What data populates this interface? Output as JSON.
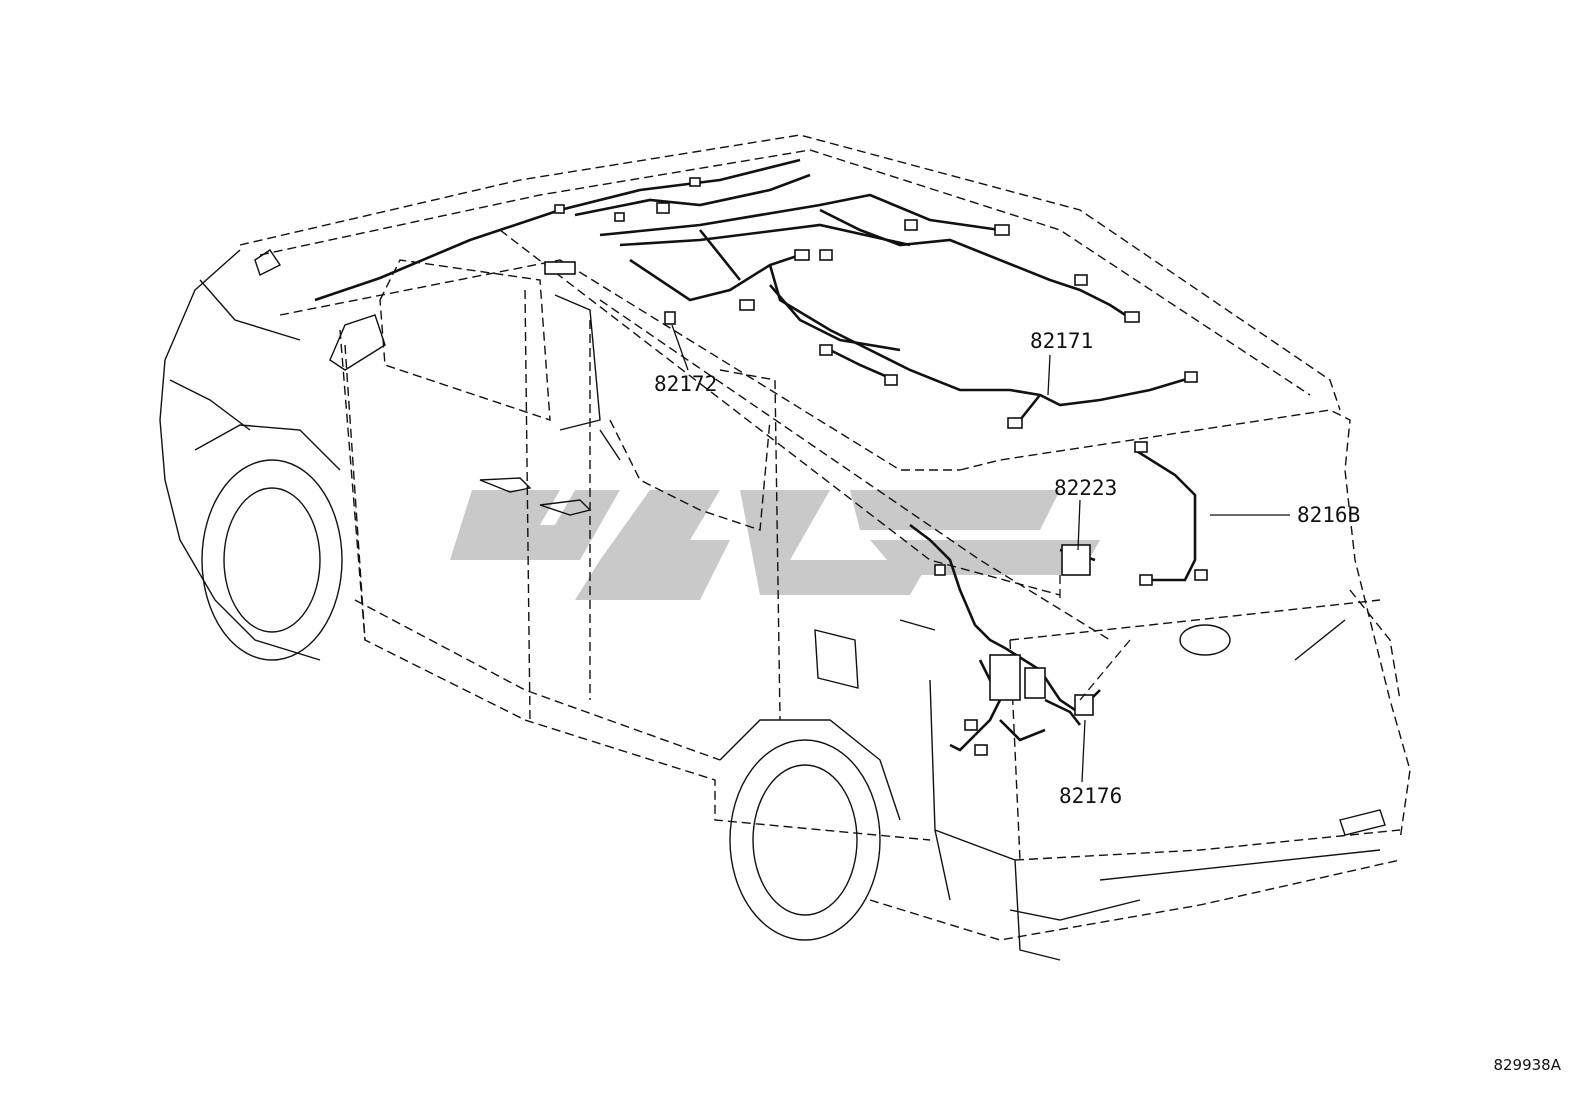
{
  "callouts": {
    "c82171": "82171",
    "c82172": "82172",
    "c82223": "82223",
    "c8216b": "8216B",
    "c82176": "82176"
  },
  "diagram_id": "829938A",
  "colors": {
    "line": "#111111",
    "watermark": "#c8c8c8"
  }
}
